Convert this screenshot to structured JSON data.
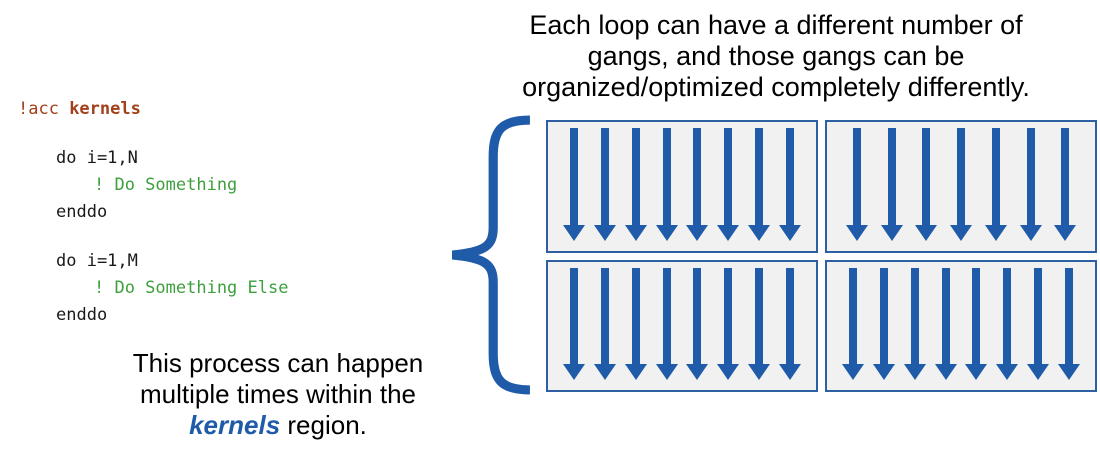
{
  "colors": {
    "arrow_blue": "#1f5ba8",
    "box_border": "#2e5fa3",
    "box_bg": "#f1f1f1",
    "brace_blue": "#1f5ba8",
    "code_directive": "#a33f1a",
    "code_comment": "#3da03d",
    "code_text": "#1a1a1a",
    "kernels_blue": "#1f5ba8",
    "caption_text": "#000000"
  },
  "top_caption": {
    "lines": [
      "Each loop can have a different number of",
      "gangs, and those gangs can be",
      "organized/optimized completely differently."
    ]
  },
  "code": {
    "directive_prefix": "!acc ",
    "directive_keyword": "kernels",
    "loop1": {
      "open": "do i=1,N",
      "comment": "! Do Something",
      "close": "enddo"
    },
    "loop2": {
      "open": "do i=1,M",
      "comment": "! Do Something Else",
      "close": "enddo"
    }
  },
  "bottom_caption": {
    "line1": "This process can happen",
    "line2": "multiple times within the",
    "emphasis": "kernels",
    "suffix": " region."
  },
  "gang_boxes": [
    {
      "id": "top-left",
      "arrows": 8
    },
    {
      "id": "top-right",
      "arrows": 7
    },
    {
      "id": "bottom-left",
      "arrows": 8
    },
    {
      "id": "bottom-right",
      "arrows": 8
    }
  ]
}
